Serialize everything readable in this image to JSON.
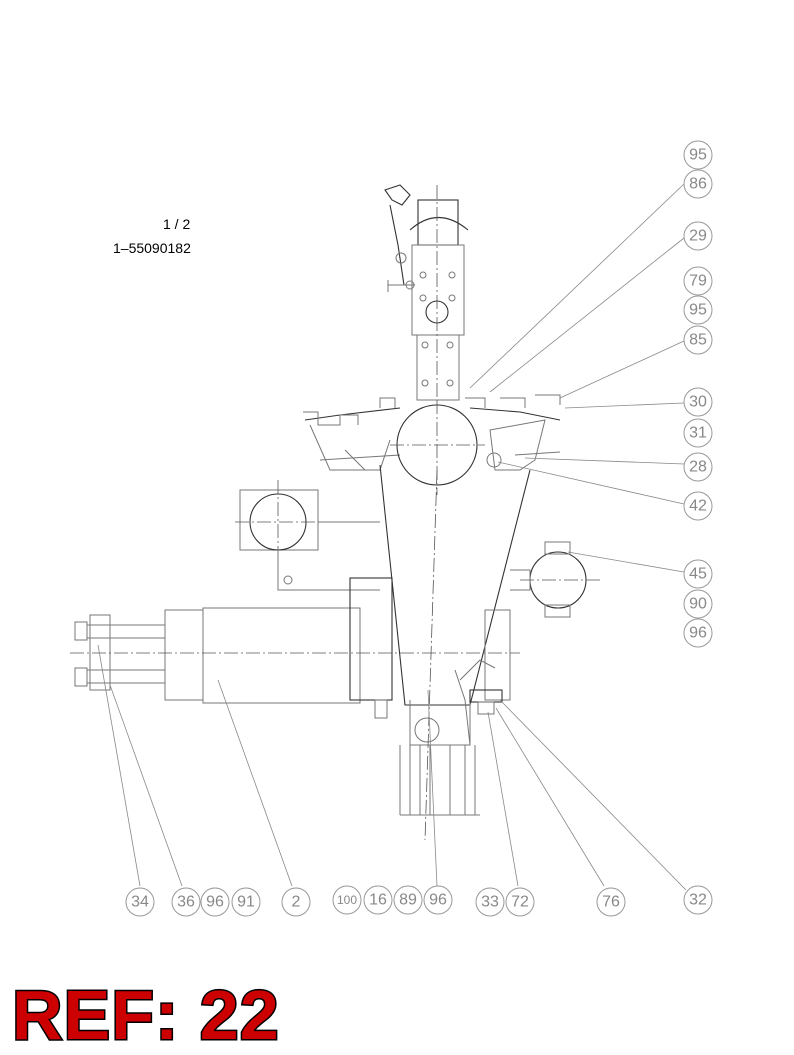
{
  "sheet": {
    "page": "1 / 2",
    "number": "1–55090182"
  },
  "ref": {
    "label": "REF: 22"
  },
  "callouts_right": [
    "95",
    "86",
    "29",
    "79",
    "95",
    "85",
    "30",
    "31",
    "28",
    "42",
    "45",
    "90",
    "96"
  ],
  "callouts_bottom": [
    "34",
    "36",
    "96",
    "91",
    "2",
    "100",
    "16",
    "89",
    "96",
    "33",
    "72",
    "76",
    "32"
  ],
  "colors": {
    "ref_fill": "#cc0000",
    "ref_outline": "#000000",
    "line": "#777777"
  }
}
